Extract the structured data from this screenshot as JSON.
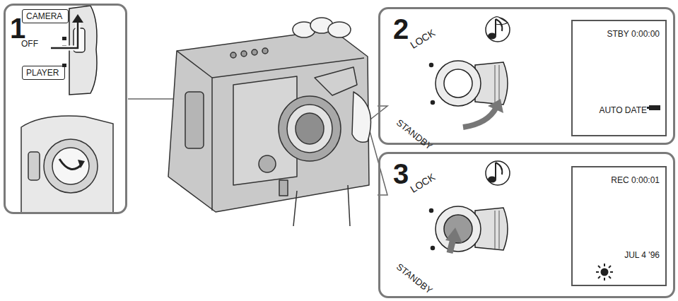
{
  "diagram": {
    "nodes": [
      {
        "text": [
          "1"
        ]
      },
      {
        "text": [
          "CAMERA"
        ],
        "in": 0
      },
      {
        "text": [
          "PLAYER"
        ],
        "in": 0
      },
      {
        "text": [
          "2"
        ]
      },
      {
        "text": [
          "STBY 0:00:00",
          "AUTO DATE"
        ],
        "in": 3
      },
      {
        "text": [
          "3"
        ]
      },
      {
        "text": [
          "REC 0:00:01",
          "JUL 4 '96"
        ],
        "in": 5
      }
    ],
    "labels": [
      "OFF",
      "LOCK",
      "STANDBY",
      "LOCK",
      "STANDBY"
    ]
  }
}
